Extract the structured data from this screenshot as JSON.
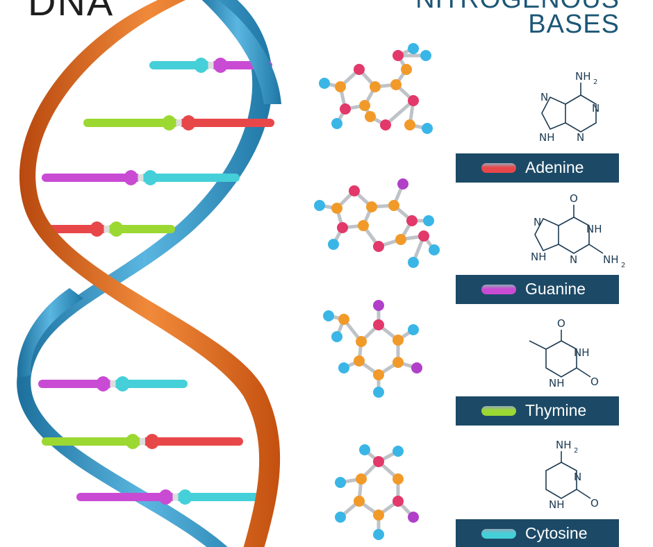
{
  "title": {
    "dna": "DNA",
    "bases_line1": "NITROGENOUS",
    "bases_line2": "BASES"
  },
  "colors": {
    "adenine": "#e8474a",
    "guanine": "#c94bd3",
    "thymine": "#9bd832",
    "cytosine": "#45cfd8",
    "strand_orange": "#e5661d",
    "strand_blue": "#2d92c4",
    "label_bg": "#1c4a66"
  },
  "bases": [
    {
      "name": "Adenine",
      "color": "#e8474a"
    },
    {
      "name": "Guanine",
      "color": "#c94bd3"
    },
    {
      "name": "Thymine",
      "color": "#9bd832"
    },
    {
      "name": "Cytosine",
      "color": "#45cfd8"
    }
  ],
  "formula_labels": {
    "nh2": "NH",
    "sub2": "2",
    "n": "N",
    "nh": "NH",
    "o": "O"
  }
}
